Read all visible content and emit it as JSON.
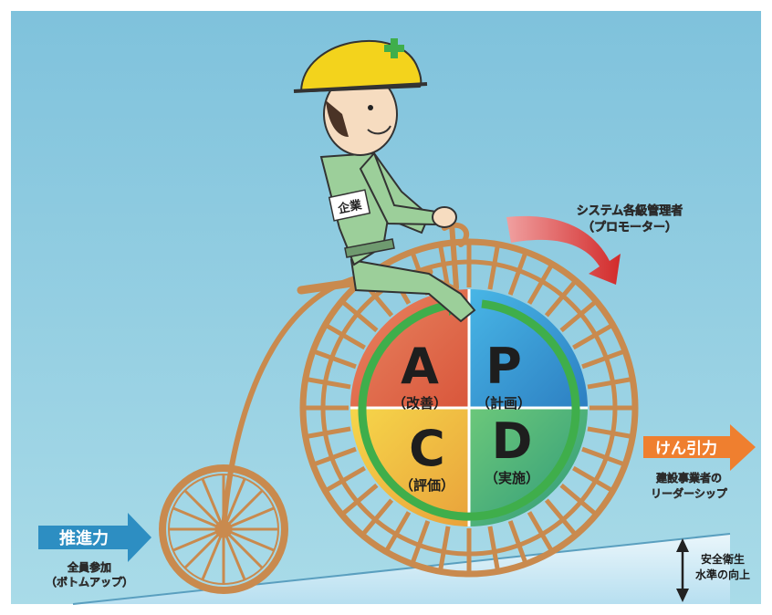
{
  "labels": {
    "promoter_line1": "システム各級管理者",
    "promoter_line2": "（プロモーター）",
    "kenin_badge": "けん引力",
    "kenin_line1": "建設事業者の",
    "kenin_line2": "リーダーシップ",
    "suishin_badge": "推進力",
    "suishin_line1": "全員参加",
    "suishin_line2": "（ボトムアップ）",
    "safety_line1": "安全衛生",
    "safety_line2": "水準の向上",
    "armband": "企業"
  },
  "pdca": {
    "a_letter": "A",
    "a_label": "（改善）",
    "p_letter": "P",
    "p_label": "（計画）",
    "c_letter": "C",
    "c_label": "（評価）",
    "d_letter": "D",
    "d_label": "（実施）"
  },
  "colors": {
    "sky": "#8ecce0",
    "frame": "#c98a4e",
    "shirt": "#9ccf9a",
    "helmet": "#f3d31c",
    "cycle_arrow": "#3fae4b",
    "promoter_arrow": "#d63a3a",
    "kenin_badge": "#ef7f2f",
    "suishin_badge": "#2d8ec2",
    "quadrant_a": "#e0704a",
    "quadrant_p": "#3b9fd6",
    "quadrant_c": "#f2c543",
    "quadrant_d": "#3fb26e"
  }
}
